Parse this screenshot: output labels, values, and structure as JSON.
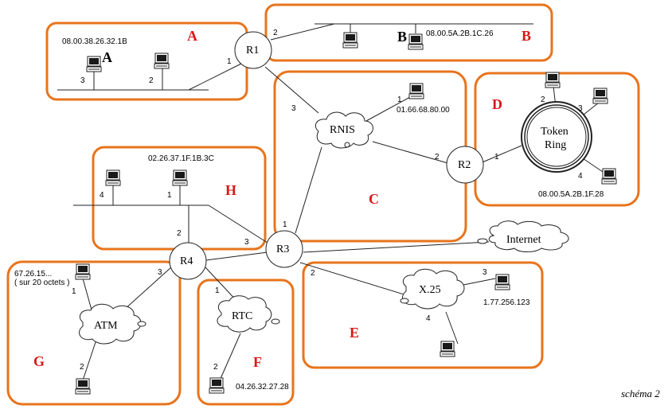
{
  "caption": "schéma 2",
  "networks": {
    "A": {
      "letter": "A",
      "address": "08.00.38.26.32.1B",
      "host_mark": "A",
      "ports": [
        "3",
        "2"
      ]
    },
    "B": {
      "letter": "B",
      "address": "08.00.5A.2B.1C.26",
      "host_mark": "B"
    },
    "C": {
      "letter": "C"
    },
    "D": {
      "letter": "D",
      "address": "08.00.5A.2B.1F.28",
      "ring_line1": "Token",
      "ring_line2": "Ring",
      "ports": [
        "2",
        "3",
        "4",
        "1"
      ]
    },
    "E": {
      "letter": "E",
      "address": "1.77.256.123",
      "ports": [
        "3",
        "4"
      ]
    },
    "F": {
      "letter": "F",
      "address": "04.26.32.27.28",
      "ports": [
        "1",
        "2"
      ]
    },
    "G": {
      "letter": "G",
      "address_line1": "67.26.15...",
      "address_line2": "( sur 20 octets )",
      "ports": [
        "1",
        "2",
        "3"
      ]
    },
    "H": {
      "letter": "H",
      "address": "02.26.37.1F.1B.3C",
      "ports": [
        "4",
        "1"
      ]
    }
  },
  "routers": {
    "R1": {
      "label": "R1",
      "ports": [
        "1",
        "2",
        "3"
      ]
    },
    "R2": {
      "label": "R2",
      "ports": [
        "2",
        "1"
      ]
    },
    "R3": {
      "label": "R3",
      "ports": [
        "1",
        "3",
        "2"
      ]
    },
    "R4": {
      "label": "R4",
      "ports": [
        "2"
      ]
    }
  },
  "clouds": {
    "RNIS": {
      "label": "RNIS",
      "address": "01.66.68.80.00",
      "port": "1"
    },
    "Internet": {
      "label": "Internet"
    },
    "X25": {
      "label": "X.25"
    },
    "ATM": {
      "label": "ATM"
    },
    "RTC": {
      "label": "RTC"
    }
  },
  "colors": {
    "box": "#e8741c",
    "letter": "#d81818"
  }
}
